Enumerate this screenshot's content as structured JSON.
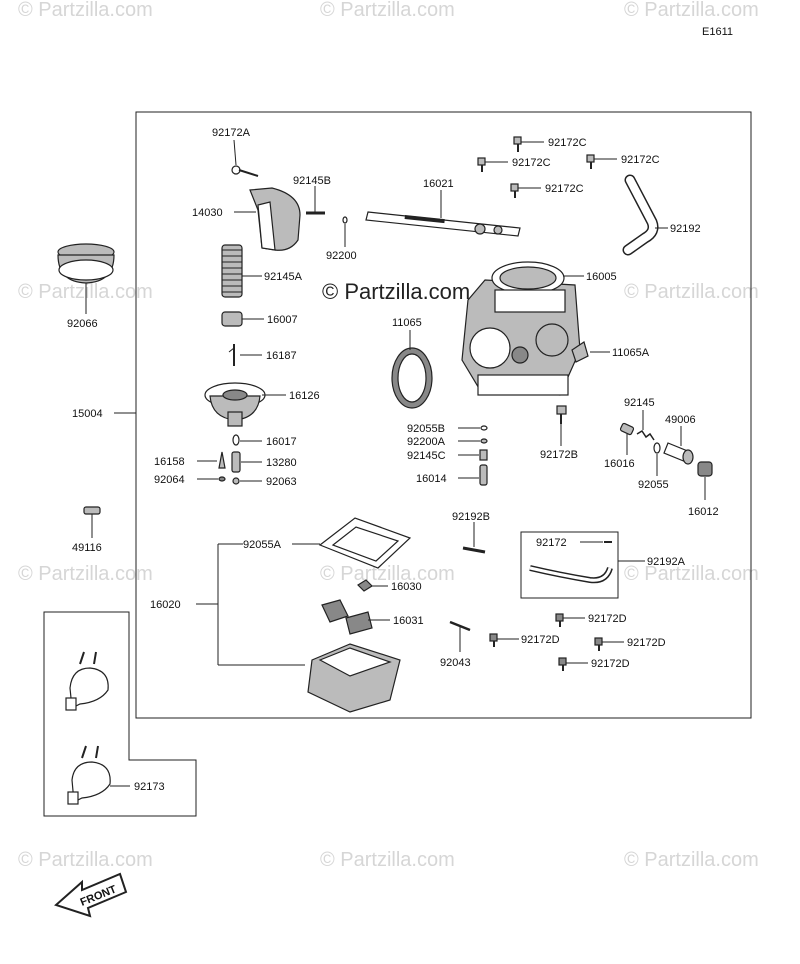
{
  "diagram_code": "E1611",
  "watermark": "© Partzilla.com",
  "front_label": "FRONT",
  "labels": {
    "l92172A": "92172A",
    "l92145B": "92145B",
    "l14030": "14030",
    "l92200": "92200",
    "l16021": "16021",
    "l92172C_1": "92172C",
    "l92172C_2": "92172C",
    "l92172C_3": "92172C",
    "l92172C_4": "92172C",
    "l92192": "92192",
    "l92145A": "92145A",
    "l16005": "16005",
    "l92066": "92066",
    "l16007": "16007",
    "l11065": "11065",
    "l11065A": "11065A",
    "l16187": "16187",
    "l16126": "16126",
    "l15004": "15004",
    "l92145": "92145",
    "l49006": "49006",
    "l92055B": "92055B",
    "l92200A": "92200A",
    "l92145C": "92145C",
    "l16014": "16014",
    "l92172B": "92172B",
    "l16016": "16016",
    "l92055": "92055",
    "l16012": "16012",
    "l16017": "16017",
    "l16158": "16158",
    "l13280": "13280",
    "l92064": "92064",
    "l92063": "92063",
    "l49116": "49116",
    "l92055A": "92055A",
    "l92192B": "92192B",
    "l92172": "92172",
    "l92192A": "92192A",
    "l16030": "16030",
    "l16020": "16020",
    "l16031": "16031",
    "l92043": "92043",
    "l92172D_1": "92172D",
    "l92172D_2": "92172D",
    "l92172D_3": "92172D",
    "l92172D_4": "92172D",
    "l92173": "92173"
  }
}
